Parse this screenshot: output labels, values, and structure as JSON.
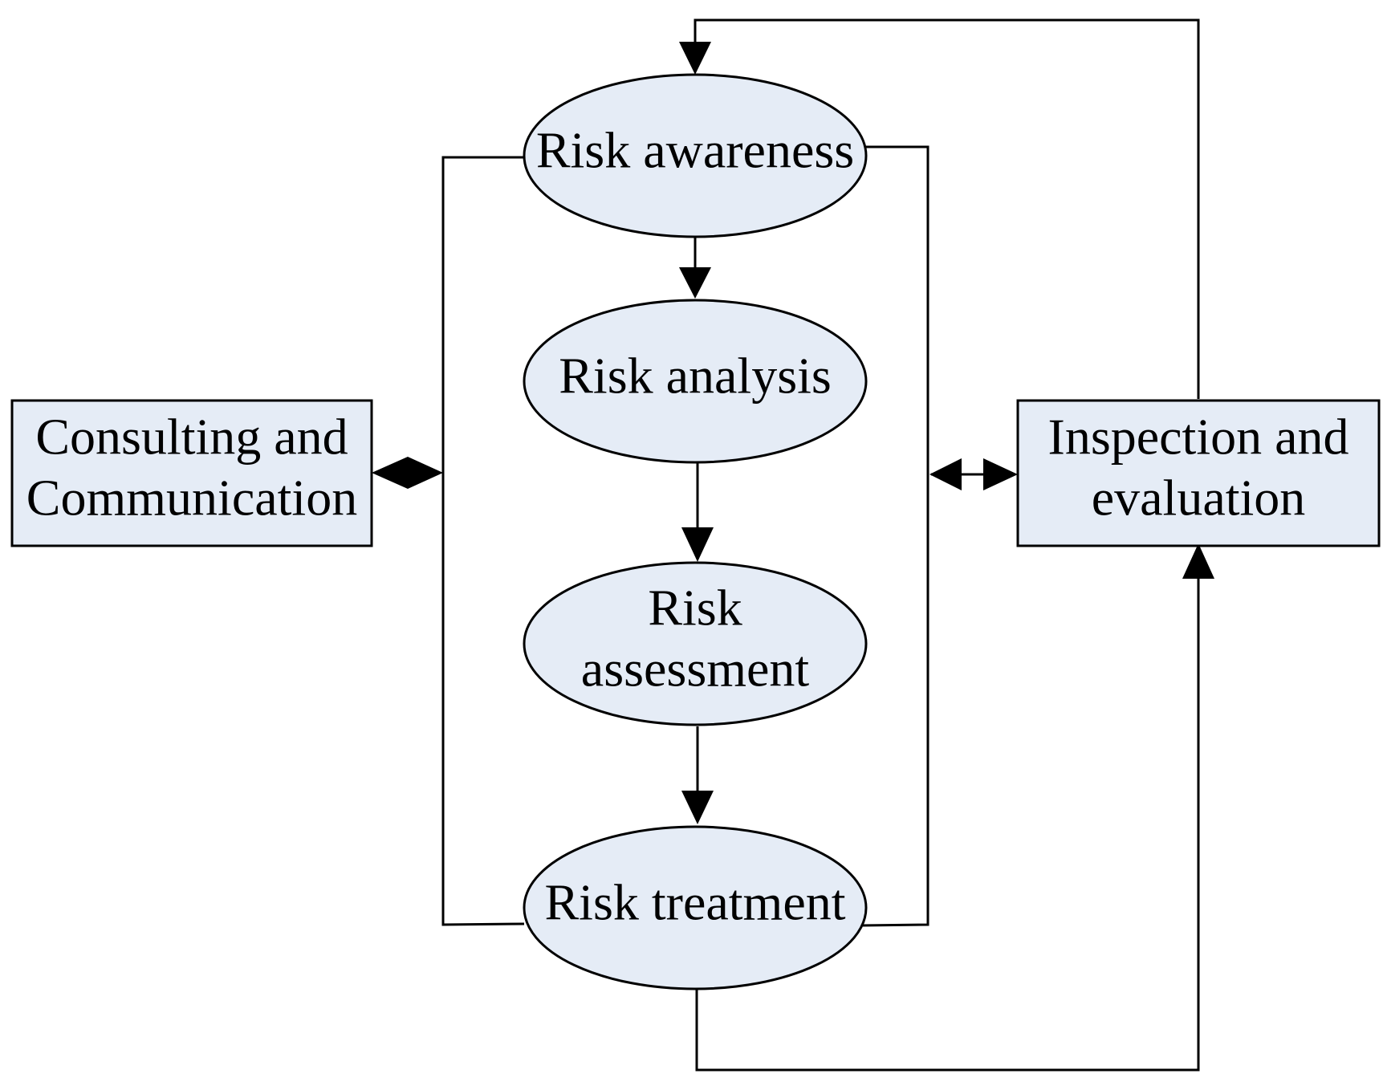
{
  "diagram": {
    "nodes": {
      "risk_awareness": {
        "label": "Risk awareness"
      },
      "risk_analysis": {
        "label": "Risk analysis"
      },
      "risk_assessment": {
        "line1": "Risk",
        "line2": "assessment"
      },
      "risk_treatment": {
        "label": "Risk treatment"
      },
      "consulting": {
        "line1": "Consulting and",
        "line2": "Communication"
      },
      "inspection": {
        "line1": "Inspection and",
        "line2": "evaluation"
      }
    }
  },
  "colors": {
    "node_fill": "#e5ecf6",
    "line": "#000000",
    "background": "#ffffff"
  }
}
